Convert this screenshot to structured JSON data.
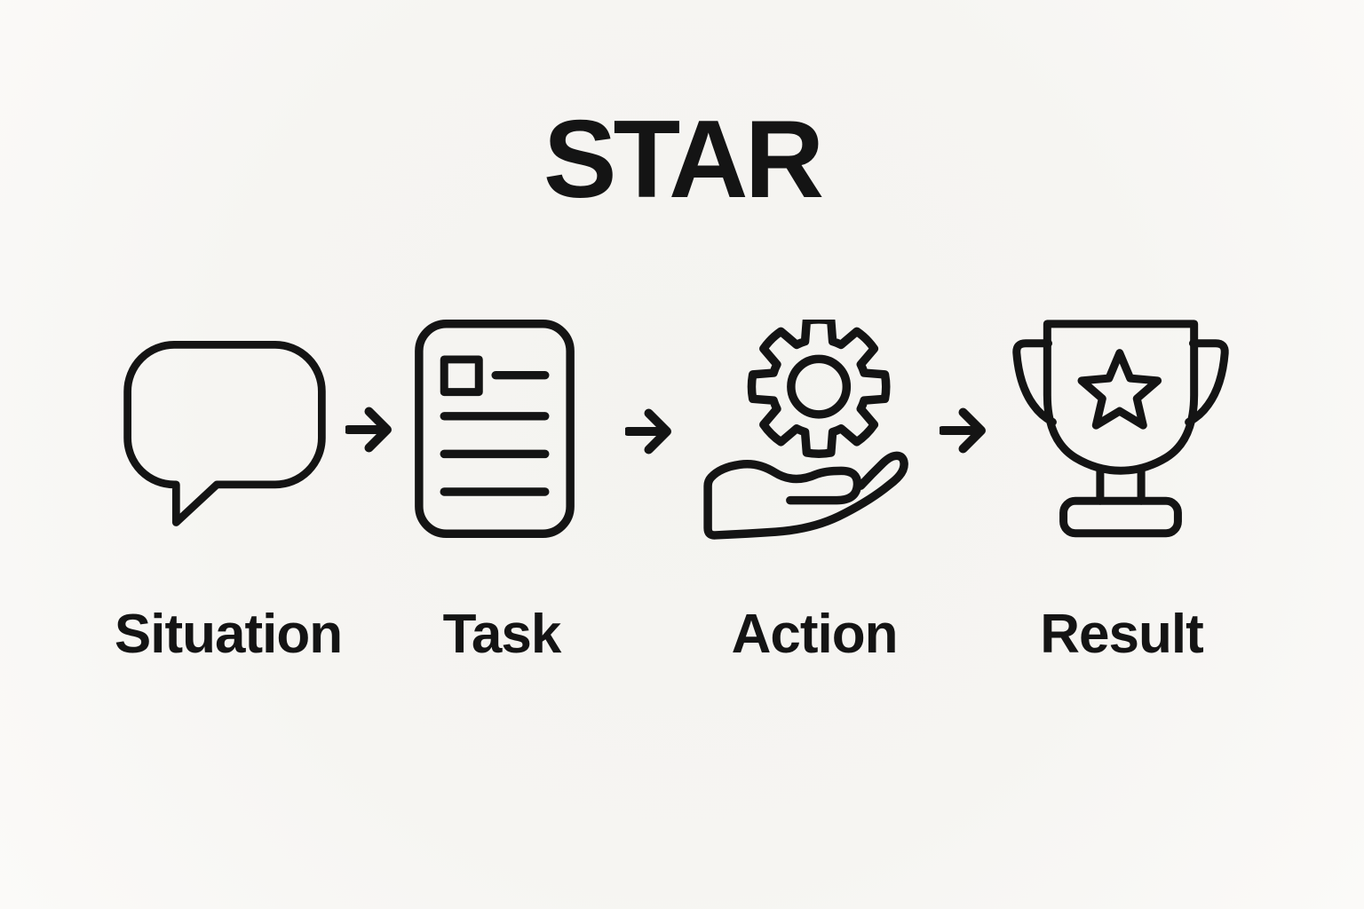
{
  "title": "STAR",
  "steps": [
    {
      "label": "Situation",
      "icon": "speech-bubble-icon"
    },
    {
      "label": "Task",
      "icon": "document-icon"
    },
    {
      "label": "Action",
      "icon": "hand-holding-gear-icon"
    },
    {
      "label": "Result",
      "icon": "trophy-icon"
    }
  ],
  "separator_icon": "right-arrow-icon",
  "colors": {
    "background": "#f6f5f2",
    "ink": "#141414"
  }
}
